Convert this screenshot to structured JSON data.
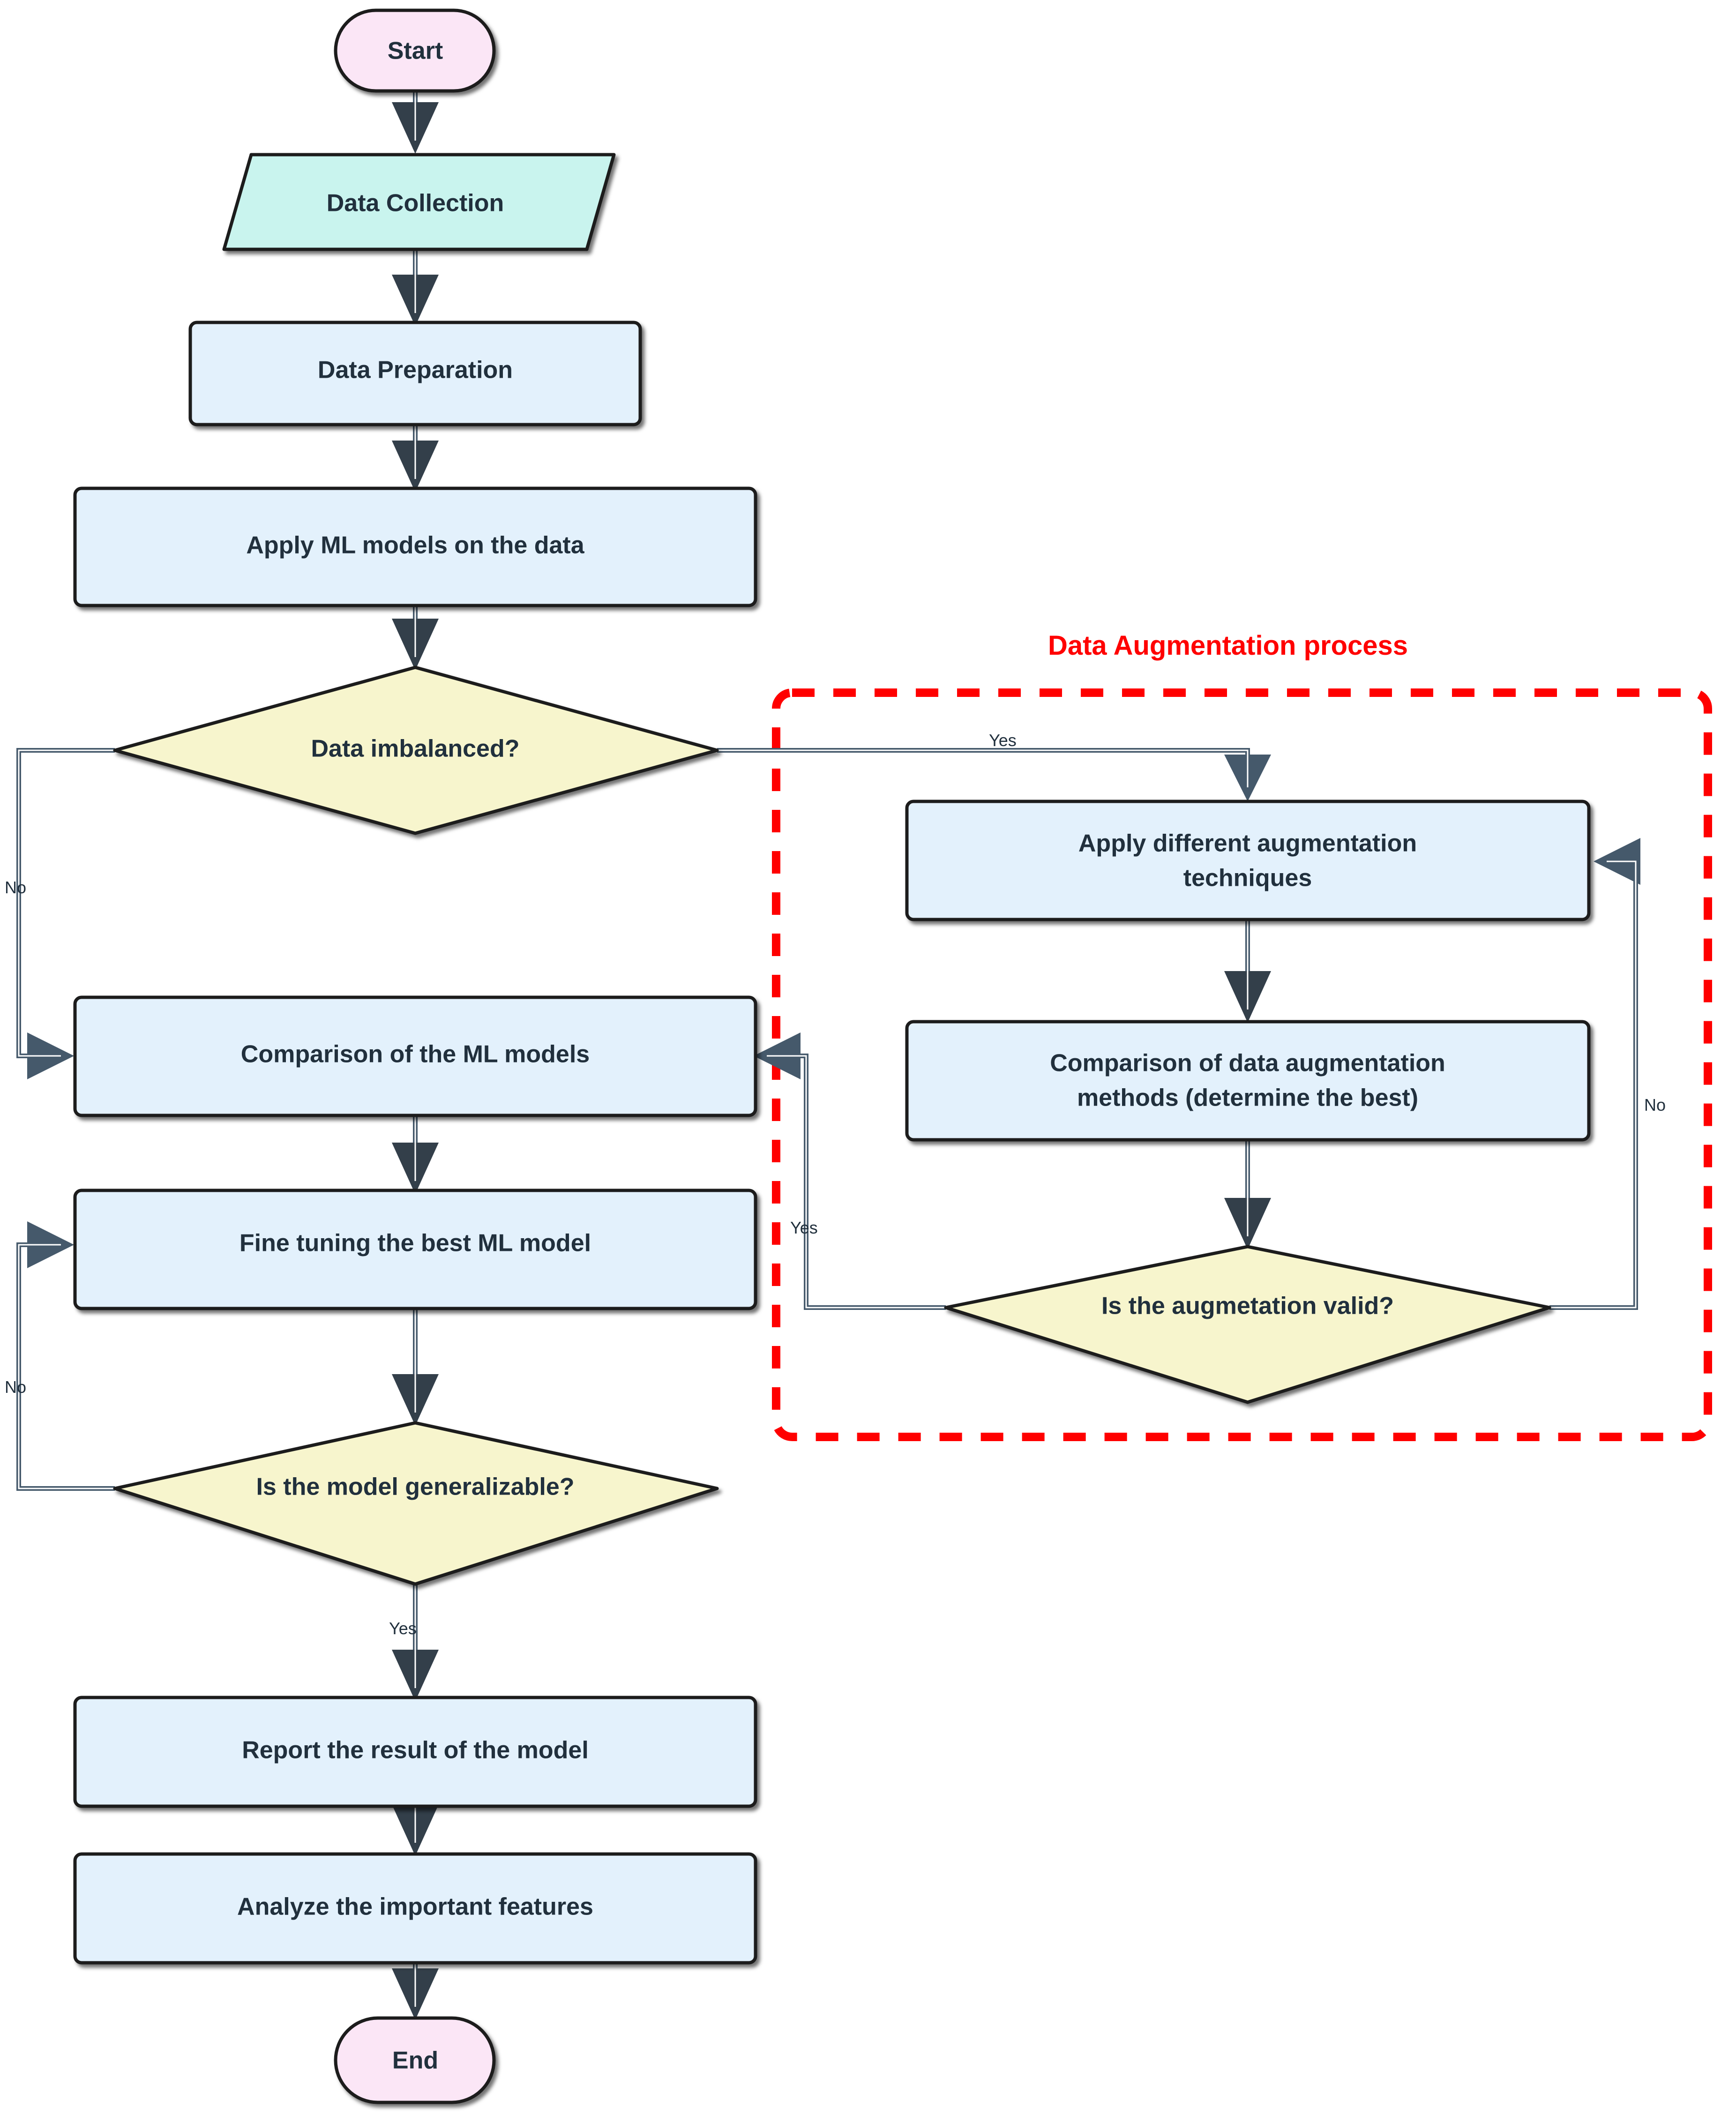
{
  "diagram": {
    "title_group": "Data Augmentation process",
    "colors": {
      "terminator_fill": "#fbe6f6",
      "io_fill": "#c9f4ee",
      "process_fill": "#e3f1fc",
      "decision_fill": "#f7f5cd",
      "node_stroke": "#1b1b1b",
      "edge_stroke": "#45596b",
      "group_stroke": "#ff0000",
      "label_text": "#21303d",
      "group_title_text": "#ff0000"
    },
    "nodes": [
      {
        "id": "start",
        "label": "Start",
        "shape": "stadium"
      },
      {
        "id": "collection",
        "label": "Data Collection",
        "shape": "parallelogram"
      },
      {
        "id": "preparation",
        "label": "Data Preparation",
        "shape": "process"
      },
      {
        "id": "applyml",
        "label": "Apply ML models on the data",
        "shape": "process"
      },
      {
        "id": "imbalanced",
        "label": "Data imbalanced?",
        "shape": "decision"
      },
      {
        "id": "augtech",
        "label": "Apply different augmentation techniques",
        "shape": "process",
        "lines": [
          "Apply different augmentation",
          "techniques"
        ]
      },
      {
        "id": "augcompare",
        "label": "Comparison of data augmentation methods (determine the best)",
        "shape": "process",
        "lines": [
          "Comparison of data augmentation",
          "methods (determine the best)"
        ]
      },
      {
        "id": "augvalid",
        "label": "Is the augmetation valid?",
        "shape": "decision"
      },
      {
        "id": "mlcompare",
        "label": "Comparison of the ML models",
        "shape": "process"
      },
      {
        "id": "finetune",
        "label": "Fine tuning the best ML model",
        "shape": "process"
      },
      {
        "id": "generalize",
        "label": "Is the model generalizable?",
        "shape": "decision"
      },
      {
        "id": "report",
        "label": "Report the result of the model",
        "shape": "process"
      },
      {
        "id": "analyze",
        "label": "Analyze the important features",
        "shape": "process"
      },
      {
        "id": "end",
        "label": "End",
        "shape": "stadium"
      }
    ],
    "edges": [
      {
        "from": "start",
        "to": "collection",
        "label": ""
      },
      {
        "from": "collection",
        "to": "preparation",
        "label": ""
      },
      {
        "from": "preparation",
        "to": "applyml",
        "label": ""
      },
      {
        "from": "applyml",
        "to": "imbalanced",
        "label": ""
      },
      {
        "from": "imbalanced",
        "to": "augtech",
        "label": "Yes"
      },
      {
        "from": "imbalanced",
        "to": "mlcompare",
        "label": "No"
      },
      {
        "from": "augtech",
        "to": "augcompare",
        "label": ""
      },
      {
        "from": "augcompare",
        "to": "augvalid",
        "label": ""
      },
      {
        "from": "augvalid",
        "to": "mlcompare",
        "label": "Yes"
      },
      {
        "from": "augvalid",
        "to": "augtech",
        "label": "No"
      },
      {
        "from": "mlcompare",
        "to": "finetune",
        "label": ""
      },
      {
        "from": "finetune",
        "to": "generalize",
        "label": ""
      },
      {
        "from": "generalize",
        "to": "finetune",
        "label": "No"
      },
      {
        "from": "generalize",
        "to": "report",
        "label": "Yes"
      },
      {
        "from": "report",
        "to": "analyze",
        "label": ""
      },
      {
        "from": "analyze",
        "to": "end",
        "label": ""
      }
    ],
    "edge_labels": {
      "imbalanced_yes": "Yes",
      "imbalanced_no": "No",
      "augvalid_yes": "Yes",
      "augvalid_no": "No",
      "generalize_no": "No",
      "generalize_yes": "Yes"
    }
  }
}
